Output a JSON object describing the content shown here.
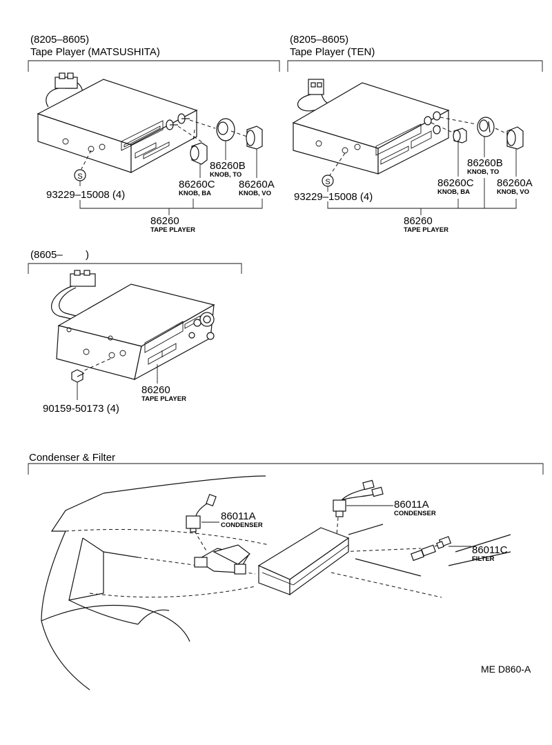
{
  "sections": [
    {
      "range": "(8205–8605)",
      "title": "Tape Player (MATSUSHITA)",
      "parts": [
        {
          "number": "86260B",
          "desc": "KNOB, TO"
        },
        {
          "number": "86260C",
          "desc": "KNOB, BA"
        },
        {
          "number": "86260A",
          "desc": "KNOB, VO"
        },
        {
          "number": "93229–15008 (4)",
          "desc": ""
        },
        {
          "number": "86260",
          "desc": "TAPE PLAYER"
        }
      ]
    },
    {
      "range": "(8205–8605)",
      "title": "Tape Player (TEN)",
      "parts": [
        {
          "number": "86260B",
          "desc": "KNOB, TO"
        },
        {
          "number": "86260C",
          "desc": "KNOB, BA"
        },
        {
          "number": "86260A",
          "desc": "KNOB, VO"
        },
        {
          "number": "93229–15008 (4)",
          "desc": ""
        },
        {
          "number": "86260",
          "desc": "TAPE PLAYER"
        }
      ]
    },
    {
      "range": "(8605–        )",
      "title": "",
      "parts": [
        {
          "number": "86260",
          "desc": "TAPE PLAYER"
        },
        {
          "number": "90159-50173 (4)",
          "desc": ""
        }
      ]
    },
    {
      "range": "",
      "title": "Condenser & Filter",
      "parts": [
        {
          "number": "86011A",
          "desc": "CONDENSER"
        },
        {
          "number": "86011A",
          "desc": "CONDENSER"
        },
        {
          "number": "86011C",
          "desc": "FILTER"
        }
      ]
    }
  ],
  "screw_symbol": "S",
  "diagram_code": "ME D860-A"
}
